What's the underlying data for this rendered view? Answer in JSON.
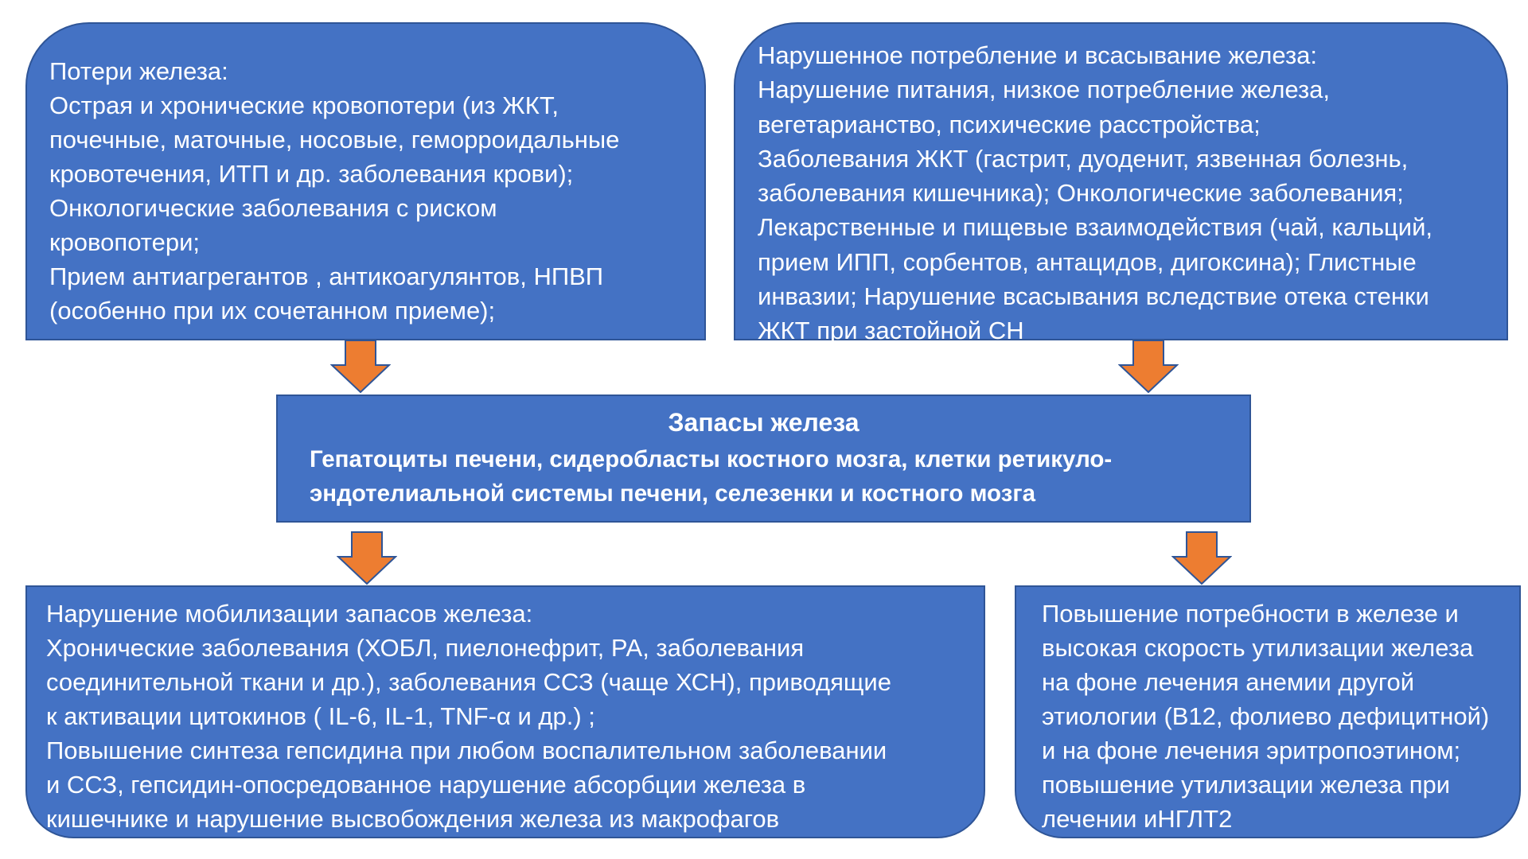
{
  "colors": {
    "box_fill": "#4472C4",
    "box_border": "#2F5597",
    "arrow_fill": "#ED7D31",
    "arrow_stroke": "#2F5597",
    "text": "#FFFFFF"
  },
  "icons": {
    "arrow": "down-arrow-icon"
  },
  "losses": {
    "lines": [
      "Потери железа:",
      "Острая и хронические кровопотери (из ЖКТ,",
      "почечные, маточные, носовые, геморроидальные",
      "кровотечения, ИТП и др. заболевания крови);",
      "Онкологические заболевания с риском",
      "кровопотери;",
      "Прием антиагрегантов , антикоагулянтов, НПВП",
      "(особенно при их сочетанном приеме);"
    ]
  },
  "intake": {
    "lines": [
      "Нарушенное потребление и всасывание железа:",
      "Нарушение питания, низкое потребление железа,",
      "вегетарианство, психические расстройства;",
      "Заболевания ЖКТ (гастрит, дуоденит, язвенная болезнь,",
      "заболевания кишечника); Онкологические заболевания;",
      "Лекарственные и пищевые взаимодействия (чай, кальций,",
      "прием ИПП, сорбентов, антацидов, дигоксина); Глистные",
      "инвазии; Нарушение всасывания вследствие отека стенки",
      "ЖКТ при застойной СН"
    ]
  },
  "stores": {
    "title": "Запасы железа",
    "lines": [
      "Гепатоциты печени, сидеробласты костного мозга, клетки ретикуло-",
      "эндотелиальной системы печени, селезенки и костного мозга"
    ]
  },
  "mobilization": {
    "lines": [
      "Нарушение мобилизации запасов железа:",
      "Хронические заболевания (ХОБЛ, пиелонефрит, РА, заболевания",
      "соединительной ткани и др.), заболевания ССЗ (чаще ХСН), приводящие",
      "к  активации цитокинов ( IL-6, IL-1, TNF-α и др.) ;",
      "Повышение синтеза гепсидина при любом воспалительном заболевании",
      "и ССЗ, гепсидин-опосредованное нарушение абсорбции железа в",
      "кишечнике и нарушение высвобождения железа из макрофагов"
    ]
  },
  "demand": {
    "lines": [
      "Повышение потребности в железе и",
      "высокая скорость утилизации железа",
      "на фоне лечения анемии другой",
      "этиологии (В12, фолиево дефицитной)",
      "и на фоне лечения эритропоэтином;",
      "повышение утилизации железа при",
      "лечении иНГЛТ2"
    ]
  }
}
